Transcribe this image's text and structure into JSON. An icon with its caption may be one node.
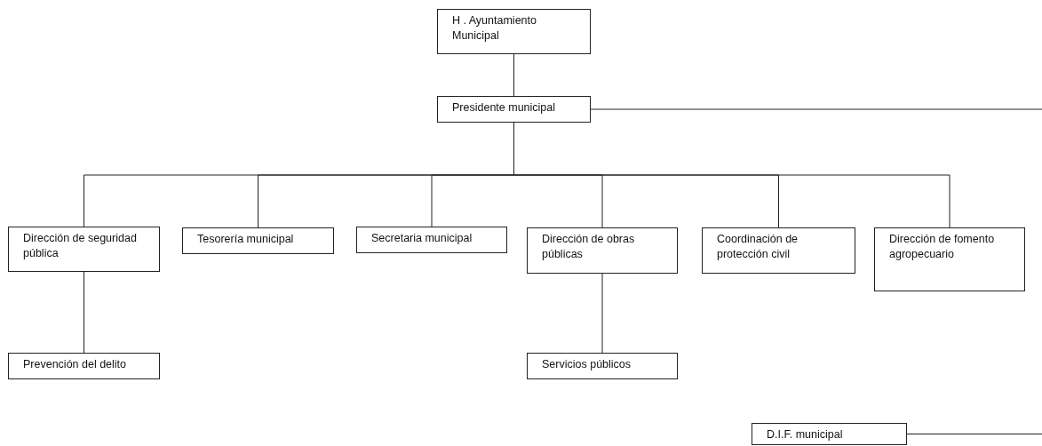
{
  "diagram": {
    "nodes": [
      {
        "text": [
          "H . Ayuntamiento Municipal"
        ]
      },
      {
        "text": [
          "Presidente municipal"
        ]
      },
      {
        "text": [
          "Dirección de seguridad pública"
        ]
      },
      {
        "text": [
          "Tesorería municipal"
        ]
      },
      {
        "text": [
          "Secretaria municipal"
        ]
      },
      {
        "text": [
          "Dirección de obras públicas"
        ]
      },
      {
        "text": [
          "Coordinación de protección civil"
        ]
      },
      {
        "text": [
          "Dirección de fomento agropecuario"
        ]
      },
      {
        "text": [
          "Prevención del delito"
        ]
      },
      {
        "text": [
          "Servicios públicos"
        ]
      },
      {
        "text": [
          "D.I.F. municipal"
        ]
      }
    ],
    "edges": [
      {
        "from": 0,
        "to": 1,
        "arrow": "none"
      },
      {
        "from": 1,
        "to": 2,
        "arrow": "none"
      },
      {
        "from": 1,
        "to": 3,
        "arrow": "none"
      },
      {
        "from": 1,
        "to": 4,
        "arrow": "none"
      },
      {
        "from": 1,
        "to": 5,
        "arrow": "none"
      },
      {
        "from": 1,
        "to": 6,
        "arrow": "none"
      },
      {
        "from": 1,
        "to": 7,
        "arrow": "none"
      },
      {
        "from": 2,
        "to": 8,
        "arrow": "none"
      },
      {
        "from": 5,
        "to": 9,
        "arrow": "none"
      },
      {
        "from": 1,
        "to": null,
        "arrow": "none"
      },
      {
        "from": 10,
        "to": null,
        "arrow": "none"
      }
    ]
  }
}
